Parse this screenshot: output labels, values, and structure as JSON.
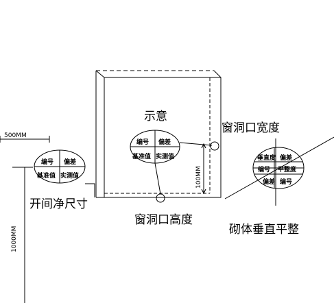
{
  "labels": {
    "diagram_title": "示意",
    "window_width": "窗洞口宽度",
    "window_height": "窗洞口高度",
    "opening_net_size": "开间净尺寸",
    "masonry_flatness": "砌体垂直平整"
  },
  "dimensions": {
    "d500": "500MM",
    "d100": "100MM",
    "d1000": "1000MM"
  },
  "tags": {
    "left": {
      "tl": "编号",
      "tr": "偏差",
      "bl": "基准值",
      "br": "实测值"
    },
    "center": {
      "tl": "编号",
      "tr": "偏差",
      "bl": "基准值",
      "br": "实测值"
    },
    "right": {
      "t_left": "垂直度",
      "t_right": "偏差",
      "m_left": "编号",
      "m_right": "平整度",
      "b_left": "偏差",
      "b_right": "编号"
    }
  }
}
